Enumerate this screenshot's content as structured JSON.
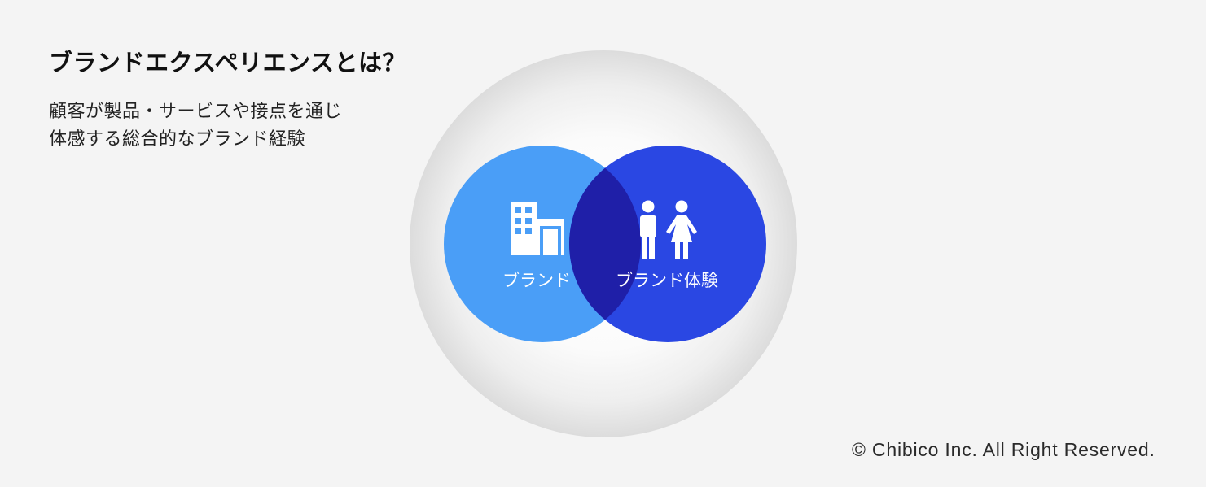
{
  "heading": {
    "title": "ブランドエクスペリエンスとは？",
    "description_lines": [
      "顧客が製品・サービスや接点を通じ",
      "体感する総合的なブランド経験"
    ]
  },
  "diagram": {
    "outer_sphere_color": "#e6e6e6",
    "brand_circle": {
      "label": "ブランド",
      "color": "#4a9ef7",
      "icon": "building-icon"
    },
    "experience_circle": {
      "label": "ブランド体験",
      "color": "#2a47e3",
      "icon": "people-icon"
    },
    "overlap_color": "#1f1fa8"
  },
  "footer": {
    "copyright": "© Chibico Inc. All Right Reserved."
  }
}
